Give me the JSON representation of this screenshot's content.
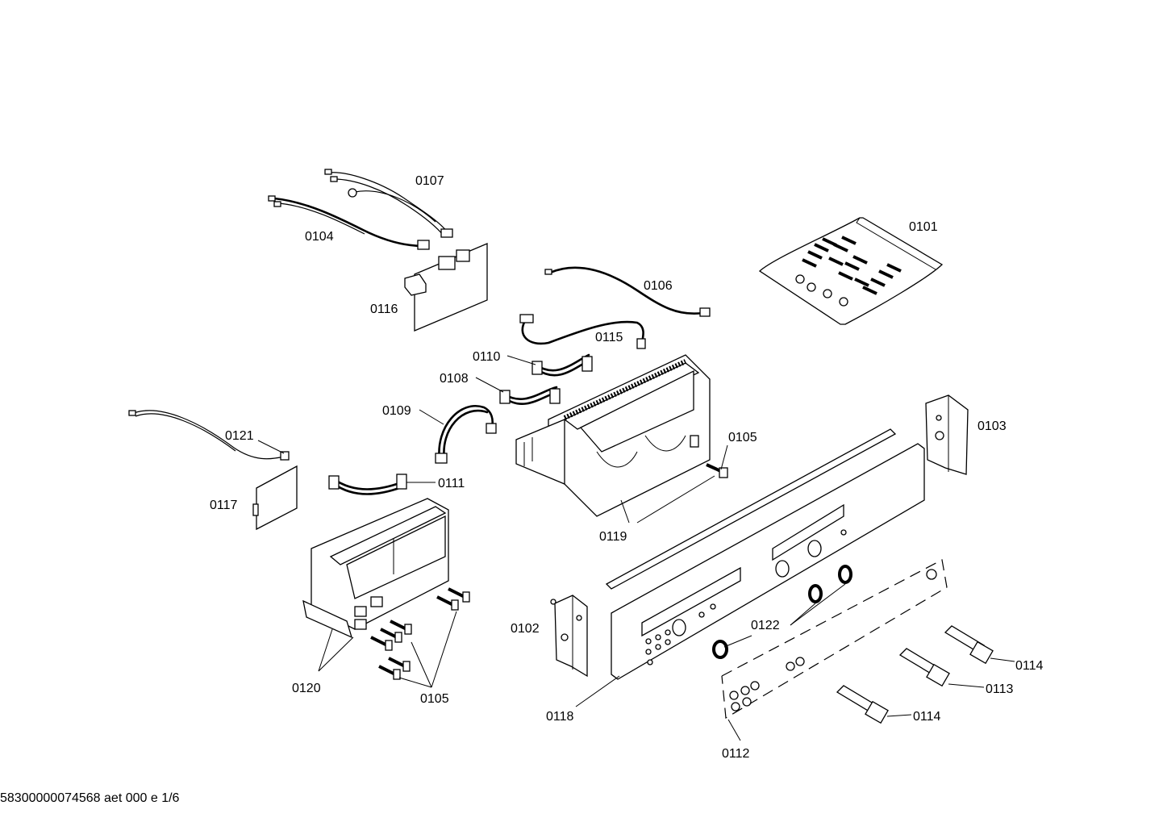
{
  "footer": {
    "doc_id": "58300000074568 aet 000 e 1/6"
  },
  "labels": {
    "p0101": "0101",
    "p0102": "0102",
    "p0103": "0103",
    "p0104": "0104",
    "p0105a": "0105",
    "p0105b": "0105",
    "p0106": "0106",
    "p0107": "0107",
    "p0108": "0108",
    "p0109": "0109",
    "p0110": "0110",
    "p0111": "0111",
    "p0112": "0112",
    "p0113": "0113",
    "p0114a": "0114",
    "p0114b": "0114",
    "p0115": "0115",
    "p0116": "0116",
    "p0117": "0117",
    "p0118": "0118",
    "p0119": "0119",
    "p0120": "0120",
    "p0121": "0121",
    "p0122": "0122"
  }
}
